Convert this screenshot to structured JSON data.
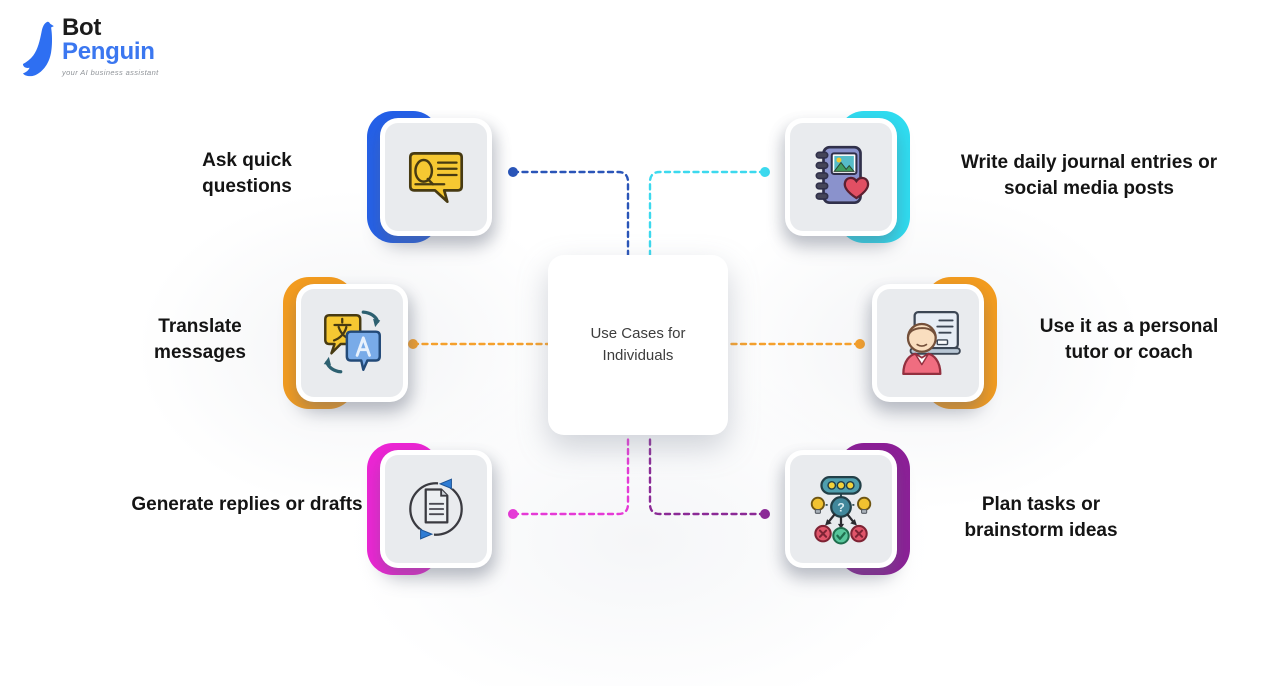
{
  "logo": {
    "name_top": "Bot",
    "name_bottom": "Penguin",
    "tagline": "your AI business assistant",
    "brand_color": "#2e6ff2"
  },
  "center": {
    "title": "Use Cases for Individuals"
  },
  "items": [
    {
      "id": "ask-quick-questions",
      "label": "Ask quick questions",
      "side": "left",
      "icon": "qa-speech-bubble-icon",
      "accent": "#2460e8",
      "connector": "#2a55b8"
    },
    {
      "id": "write-journal-entries",
      "label": "Write daily journal entries or social media posts",
      "side": "right",
      "icon": "journal-heart-icon",
      "accent": "#2fdcf0",
      "connector": "#3cd9ee"
    },
    {
      "id": "translate-messages",
      "label": "Translate messages",
      "side": "left",
      "icon": "translate-bubbles-icon",
      "accent": "#f39c1f",
      "connector": "#f5a02c"
    },
    {
      "id": "personal-tutor-coach",
      "label": "Use it as a personal tutor or coach",
      "side": "right",
      "icon": "tutor-whiteboard-icon",
      "accent": "#f39c1f",
      "connector": "#f5a02c"
    },
    {
      "id": "generate-replies-drafts",
      "label": "Generate replies or drafts",
      "side": "left",
      "icon": "document-refresh-icon",
      "accent": "#ec25d4",
      "connector": "#e53ad6"
    },
    {
      "id": "plan-tasks-brainstorm",
      "label": "Plan tasks or brainstorm ideas",
      "side": "right",
      "icon": "brainstorm-decision-icon",
      "accent": "#8c1f97",
      "connector": "#8b2a96"
    }
  ]
}
